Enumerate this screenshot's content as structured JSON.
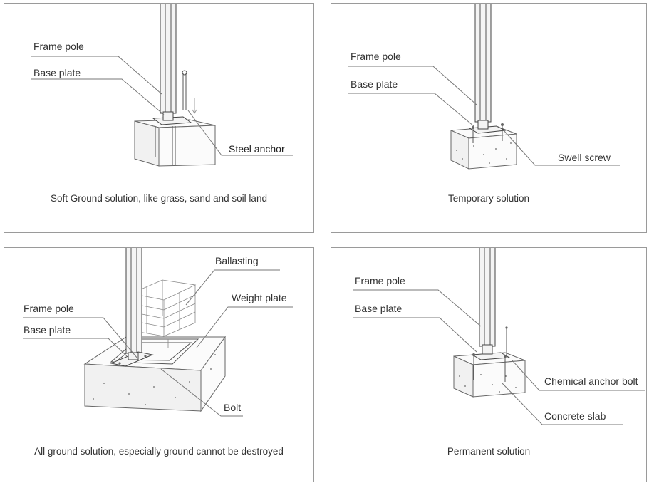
{
  "panels": [
    {
      "labels": [
        "Frame pole",
        "Base plate",
        "Steel anchor"
      ],
      "caption": "Soft Ground solution, like grass, sand and soil land"
    },
    {
      "labels": [
        "Frame pole",
        "Base plate",
        "Swell screw"
      ],
      "caption": "Temporary solution"
    },
    {
      "labels": [
        "Ballasting",
        "Weight plate",
        "Frame pole",
        "Base plate",
        "Bolt"
      ],
      "caption": "All ground solution, especially ground cannot be destroyed"
    },
    {
      "labels": [
        "Frame pole",
        "Base plate",
        "Chemical anchor bolt",
        "Concrete slab"
      ],
      "caption": "Permanent solution"
    }
  ]
}
